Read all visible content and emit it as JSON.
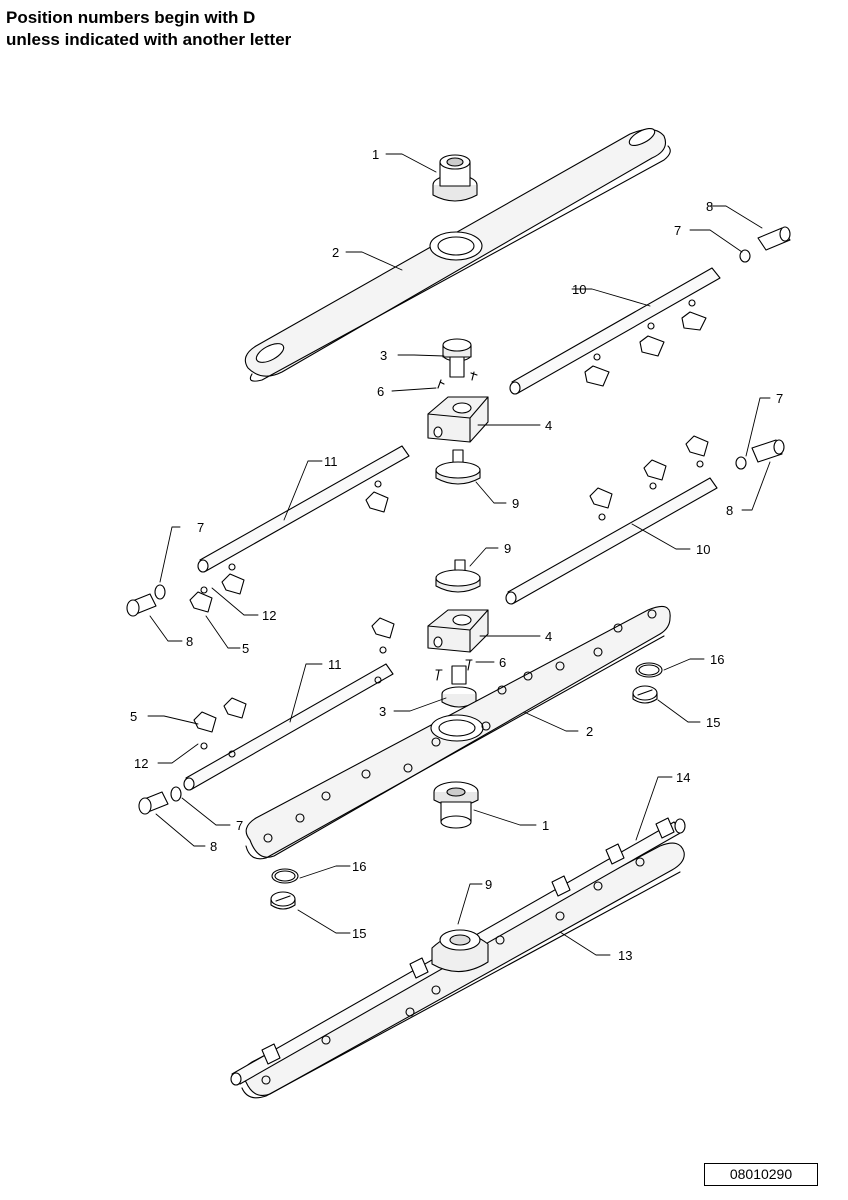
{
  "header": {
    "line1": "Position numbers begin with D",
    "line2": "unless indicated with another letter"
  },
  "drawing_code": "08010290",
  "callouts": [
    {
      "id": "c1a",
      "label": "1"
    },
    {
      "id": "c2a",
      "label": "2"
    },
    {
      "id": "c3a",
      "label": "3"
    },
    {
      "id": "c6a",
      "label": "6"
    },
    {
      "id": "c4a",
      "label": "4"
    },
    {
      "id": "c9a",
      "label": "9"
    },
    {
      "id": "c11a",
      "label": "11"
    },
    {
      "id": "c7a",
      "label": "7"
    },
    {
      "id": "c8a",
      "label": "8"
    },
    {
      "id": "c12a",
      "label": "12"
    },
    {
      "id": "c5a",
      "label": "5"
    },
    {
      "id": "c7b",
      "label": "7"
    },
    {
      "id": "c8b",
      "label": "8"
    },
    {
      "id": "c10a",
      "label": "10"
    },
    {
      "id": "c7c",
      "label": "7"
    },
    {
      "id": "c8c",
      "label": "8"
    },
    {
      "id": "c10b",
      "label": "10"
    },
    {
      "id": "c9b",
      "label": "9"
    },
    {
      "id": "c4b",
      "label": "4"
    },
    {
      "id": "c6b",
      "label": "6"
    },
    {
      "id": "c3b",
      "label": "3"
    },
    {
      "id": "c2b",
      "label": "2"
    },
    {
      "id": "c16a",
      "label": "16"
    },
    {
      "id": "c15a",
      "label": "15"
    },
    {
      "id": "c11b",
      "label": "11"
    },
    {
      "id": "c5b",
      "label": "5"
    },
    {
      "id": "c12b",
      "label": "12"
    },
    {
      "id": "c7d",
      "label": "7"
    },
    {
      "id": "c8d",
      "label": "8"
    },
    {
      "id": "c1b",
      "label": "1"
    },
    {
      "id": "c14a",
      "label": "14"
    },
    {
      "id": "c16b",
      "label": "16"
    },
    {
      "id": "c15b",
      "label": "15"
    },
    {
      "id": "c9c",
      "label": "9"
    },
    {
      "id": "c13a",
      "label": "13"
    }
  ]
}
